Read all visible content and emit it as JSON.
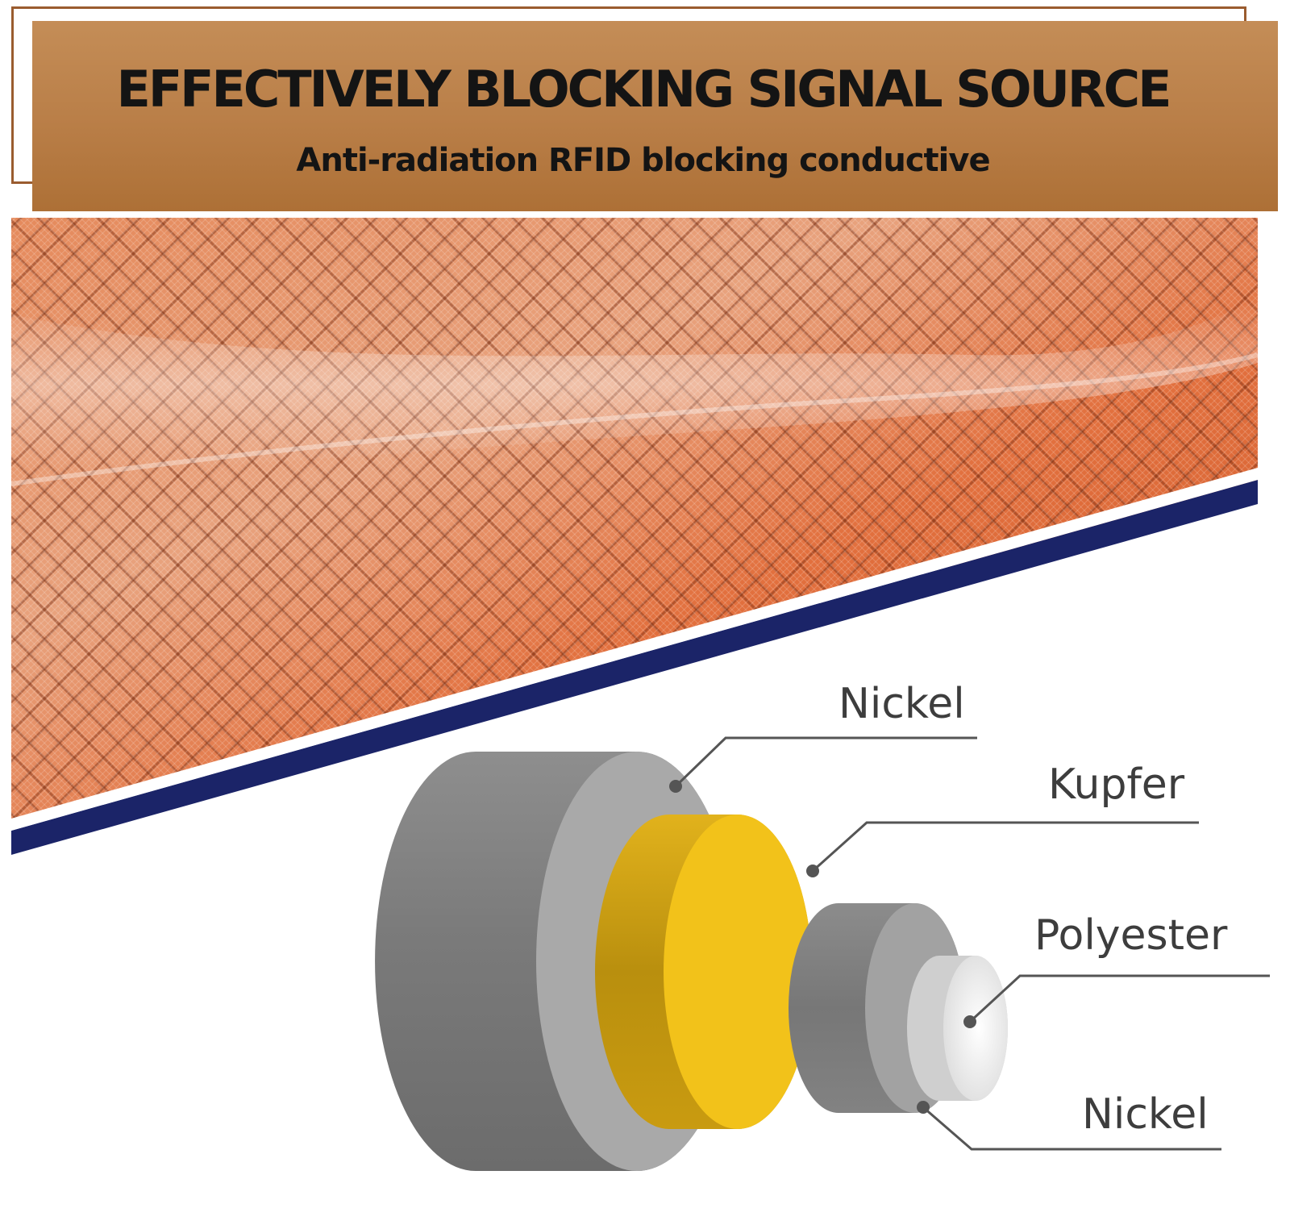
{
  "banner": {
    "title": "EFFECTIVELY BLOCKING SIGNAL SOURCE",
    "subtitle": "Anti-radiation RFID blocking conductive"
  },
  "layers": [
    {
      "label": "Nickel",
      "ring": "outer",
      "color": "#a9a9a9"
    },
    {
      "label": "Kupfer",
      "ring": "copper",
      "color": "#f2c21a"
    },
    {
      "label": "Polyester",
      "ring": "core",
      "color": "#f0f0f0"
    },
    {
      "label": "Nickel",
      "ring": "inner",
      "color": "#9a9a9a"
    }
  ],
  "colors": {
    "banner": "#b97e47",
    "fabric": "#e26a36",
    "divider": "#1b2468",
    "leader": "#555555"
  }
}
